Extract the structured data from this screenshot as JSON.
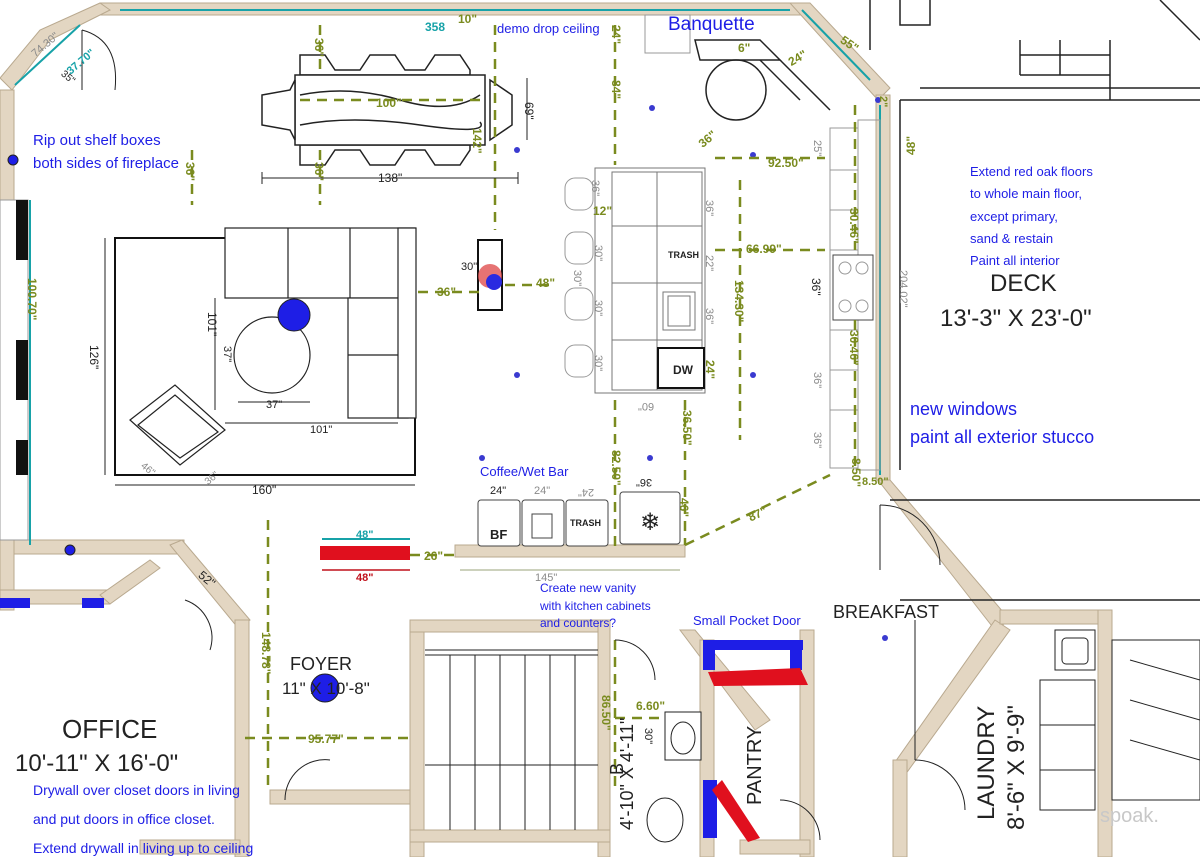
{
  "rooms": {
    "deck": {
      "name": "DECK",
      "size": "13'-3\" X 23'-0\""
    },
    "office": {
      "name": "OFFICE",
      "size": "10'-11\" X 16'-0\""
    },
    "foyer": {
      "name": "FOYER",
      "size": "11\" X 10'-8\""
    },
    "breakfast": {
      "name": "BREAKFAST"
    },
    "laundry": {
      "name": "LAUNDRY",
      "size": "8'-6\" X 9'-9\""
    },
    "pantry": {
      "name": "PANTRY"
    },
    "bath": {
      "name": "B",
      "size": "4'-10\" X 4'-11\""
    }
  },
  "notes": {
    "banquette": "Banquette",
    "demo_ceiling": "demo drop ceiling",
    "fireplace_line1": "Rip out shelf boxes",
    "fireplace_line2": "both sides of fireplace",
    "floors": [
      "Extend red oak floors",
      " to whole main floor,",
      "except primary,",
      "sand & restain",
      "Paint all interior"
    ],
    "windows_line1": "new windows",
    "windows_line2": "paint all exterior stucco",
    "coffee_bar": "Coffee/Wet Bar",
    "vanity_line1": "Create new vanity",
    "vanity_line2": "with kitchen cabinets",
    "vanity_line3": "and counters?",
    "pocket_door": "Small Pocket Door",
    "drywall": [
      "Drywall over closet doors in living",
      "and put doors in office closet.",
      "Extend drywall in living up to ceiling"
    ],
    "watermark": "spoak."
  },
  "appliances": {
    "trash": "TRASH",
    "dw": "DW",
    "bf": "BF",
    "trash2": "TRASH"
  },
  "dimensions": {
    "d358": "358",
    "d10": "10\"",
    "d24a": "24\"",
    "d55": "55\"",
    "d6": "6\"",
    "d24b": "24\"",
    "d2": "2\"",
    "d74": "74.30\"",
    "d77": "37.70\"",
    "d35": "35\"",
    "d36a": "36\"",
    "d100": "100\"",
    "d69": "69\"",
    "d142": "142\"",
    "d84": "84\"",
    "d36b": "36\"",
    "d36c": "36\"",
    "d138": "138\"",
    "d36d": "36\"",
    "d92": "92.50\"",
    "d25": "25\"",
    "d48a": "48\"",
    "d36e": "36\"",
    "d12": "12\"",
    "d3630": "30\"",
    "d3630b": "30\"",
    "d3630c": "30\"",
    "d3630d": "30\"",
    "d66": "66.99\"",
    "d36f": "36\"",
    "d22": "22\"",
    "d134": "134.30\"",
    "d3046a": "30.46\"",
    "d204": "204.02\"",
    "d36g": "36\"",
    "d3046b": "30.46\"",
    "d36h": "36\"",
    "d36i": "36\"",
    "d36j": "36\"",
    "d850a": "8.50\"",
    "d850b": "8.50\"",
    "d24c": "24\"",
    "d60": "60\"",
    "d36k": "36\"",
    "d30": "30\"",
    "d48b": "48\"",
    "d100b": "100.70\"",
    "d126": "126\"",
    "d101a": "101\"",
    "d37a": "37\"",
    "d37b": "37\"",
    "d101b": "101\"",
    "d160": "160\"",
    "d46": "46\"",
    "d36l": "36\"",
    "d3650": "36.50\"",
    "d8250": "82.50\"",
    "d46b": "46\"",
    "d87": "87\"",
    "d24d": "24\"",
    "d24e": "24\"",
    "d24f": "24\"",
    "d36m": "36\"",
    "d48c": "48\"",
    "d26": "26\"",
    "d48d": "48\"",
    "d145": "145\"",
    "d52": "52\"",
    "d148": "148.78\"",
    "d9577": "95.77\"",
    "d660": "6.60\"",
    "d8650": "86.50\"",
    "d30b": "30\""
  },
  "colors": {
    "wall": "#e3d6c2",
    "dim": "#7a8b1f",
    "note": "#1e1ee6",
    "teal": "#17a2a8",
    "red": "#e0101e"
  }
}
